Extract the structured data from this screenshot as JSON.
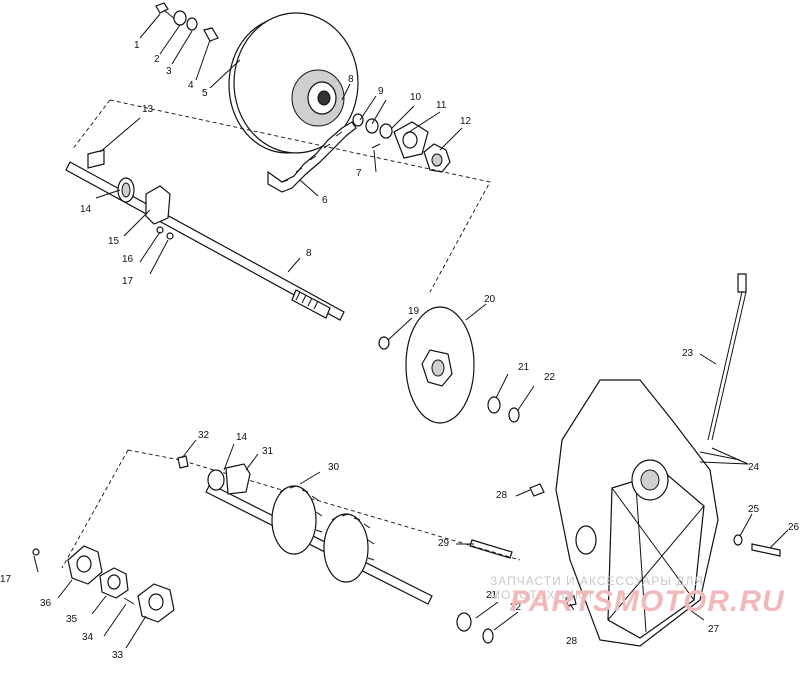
{
  "diagram": {
    "callouts": [
      {
        "id": "c1",
        "text": "1"
      },
      {
        "id": "c2",
        "text": "2"
      },
      {
        "id": "c3",
        "text": "3"
      },
      {
        "id": "c4",
        "text": "4"
      },
      {
        "id": "c5",
        "text": "5"
      },
      {
        "id": "c6",
        "text": "6"
      },
      {
        "id": "c7",
        "text": "7"
      },
      {
        "id": "c8a",
        "text": "8"
      },
      {
        "id": "c8b",
        "text": "8"
      },
      {
        "id": "c9",
        "text": "9"
      },
      {
        "id": "c10",
        "text": "10"
      },
      {
        "id": "c11",
        "text": "11"
      },
      {
        "id": "c12",
        "text": "12"
      },
      {
        "id": "c13",
        "text": "13"
      },
      {
        "id": "c14a",
        "text": "14"
      },
      {
        "id": "c14b",
        "text": "14"
      },
      {
        "id": "c15",
        "text": "15"
      },
      {
        "id": "c16",
        "text": "16"
      },
      {
        "id": "c17a",
        "text": "17"
      },
      {
        "id": "c17b",
        "text": "17"
      },
      {
        "id": "c19",
        "text": "19"
      },
      {
        "id": "c20",
        "text": "20"
      },
      {
        "id": "c21a",
        "text": "21"
      },
      {
        "id": "c21b",
        "text": "21"
      },
      {
        "id": "c22a",
        "text": "22"
      },
      {
        "id": "c22b",
        "text": "22"
      },
      {
        "id": "c23",
        "text": "23"
      },
      {
        "id": "c24",
        "text": "24"
      },
      {
        "id": "c25",
        "text": "25"
      },
      {
        "id": "c26",
        "text": "26"
      },
      {
        "id": "c27",
        "text": "27"
      },
      {
        "id": "c28a",
        "text": "28"
      },
      {
        "id": "c28b",
        "text": "28"
      },
      {
        "id": "c29",
        "text": "29"
      },
      {
        "id": "c30",
        "text": "30"
      },
      {
        "id": "c31",
        "text": "31"
      },
      {
        "id": "c32",
        "text": "32"
      },
      {
        "id": "c33",
        "text": "33"
      },
      {
        "id": "c34",
        "text": "34"
      },
      {
        "id": "c35",
        "text": "35"
      },
      {
        "id": "c36",
        "text": "36"
      }
    ]
  },
  "watermark": {
    "line1": "ЗАПЧАСТИ И АКСЕССУАРЫ ДЛЯ МОТОТЕХНИКИ",
    "line2": "PARTSMOTOR.RU"
  },
  "colors": {
    "line": "#111111",
    "watermark_text": "#c9c9c9",
    "watermark_logo": "#f1b9b9"
  }
}
